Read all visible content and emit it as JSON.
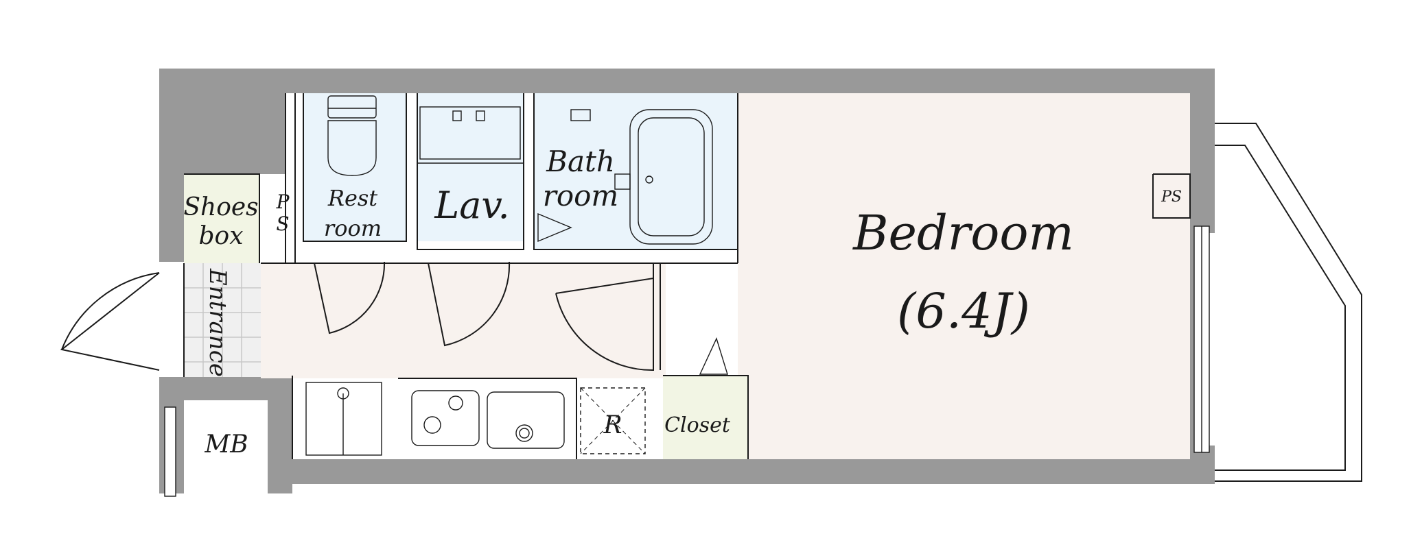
{
  "rooms": {
    "bedroom": "Bedroom",
    "bedroom_size": "(6.4J)",
    "lavatory": "Lav.",
    "bath_1": "Bath",
    "bath_2": "room",
    "restroom_1": "Rest",
    "restroom_2": "room",
    "shoes_1": "Shoes",
    "shoes_2": "box",
    "entrance": "Entrance",
    "closet": "Closet",
    "meter_box": "MB",
    "refrigerator": "R",
    "pipe_space_1": "P",
    "pipe_space_2": "S",
    "pipe_space_small": "PS"
  },
  "colors": {
    "wall": "#999999",
    "floor": "#f8f2ee",
    "wet_area": "#eaf4fb",
    "storage": "#f2f5e4",
    "line": "#1a1a1a"
  }
}
